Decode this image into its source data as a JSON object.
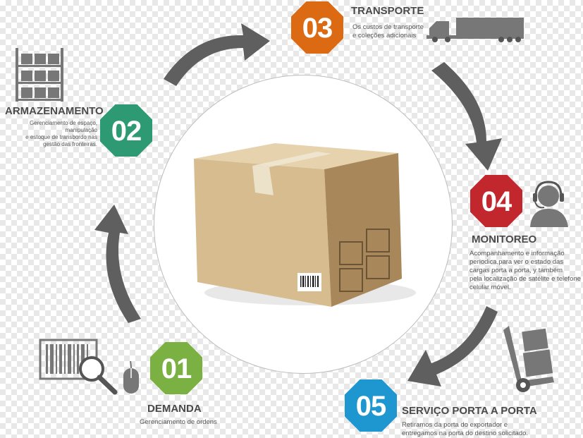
{
  "steps": [
    {
      "number": "01",
      "title": "DEMANDA",
      "description": [
        "Gerenciamento de ordens"
      ],
      "color": "#7bb043"
    },
    {
      "number": "02",
      "title": "ARMAZENAMENTO",
      "description": [
        "Gerenciamento de espaço, manipulação",
        "e estoque de transbordo nas",
        "gestão das fronteiras."
      ],
      "color": "#2e9a73"
    },
    {
      "number": "03",
      "title": "TRANSPORTE",
      "description": [
        "Os custos de transporte",
        "e coleções adicionais"
      ],
      "color": "#dc6a12"
    },
    {
      "number": "04",
      "title": "MONITOREO",
      "description": [
        "Acompanhamento e informação",
        "periodica,para ver o estado das",
        "cargas porta a porta, y também",
        "pela localização de satélite e telefone",
        "celular móvel."
      ],
      "color": "#c1272d"
    },
    {
      "number": "05",
      "title": "SERVIÇO PORTA A PORTA",
      "description": [
        "Retiramos da porta do exportador e",
        "entregamos na porta do destino solicitado."
      ],
      "color": "#1e96cf"
    }
  ],
  "colors": {
    "arrow": "#5f5f5f",
    "icon": "#777777",
    "circle_border": "#bdbdbd"
  },
  "icons": [
    "barcode-scanner-icon",
    "mouse-icon",
    "warehouse-shelf-icon",
    "truck-icon",
    "headset-operator-icon",
    "hand-truck-icon",
    "cardboard-box-image"
  ]
}
